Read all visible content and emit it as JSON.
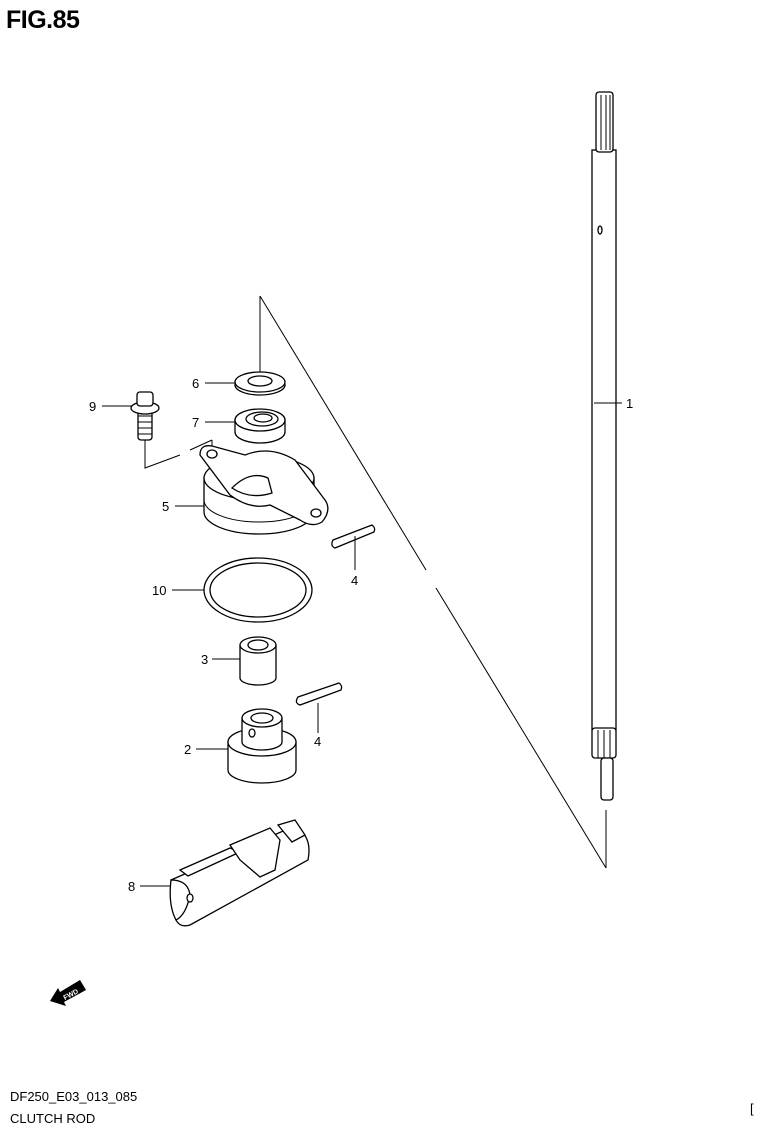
{
  "figure_title": "FIG.85",
  "diagram_code": "DF250_E03_013_085",
  "caption": "CLUTCH ROD",
  "corner_mark": "[",
  "fwd_label": "FWD",
  "callouts": {
    "c1": "1",
    "c2": "2",
    "c3": "3",
    "c4a": "4",
    "c4b": "4",
    "c5": "5",
    "c6": "6",
    "c7": "7",
    "c8": "8",
    "c9": "9",
    "c10": "10"
  }
}
